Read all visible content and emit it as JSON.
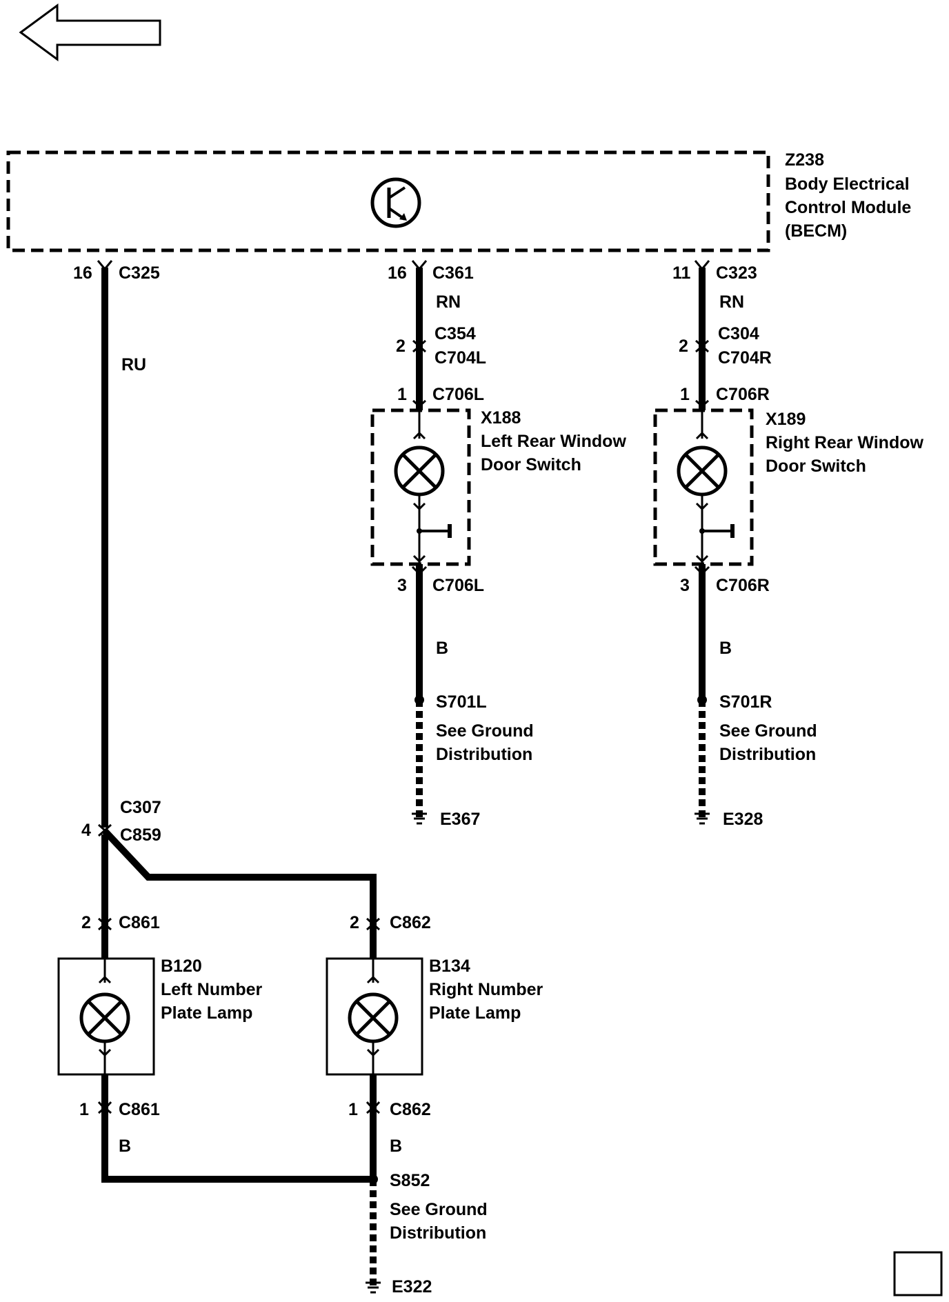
{
  "module": {
    "id": "Z238",
    "name_line1": "Body Electrical",
    "name_line2": "Control Module",
    "name_line3": "(BECM)"
  },
  "wire_left": {
    "pin": "16",
    "connector": "C325",
    "color": "RU",
    "inline_pin": "4",
    "inline_connector1": "C307",
    "inline_connector2": "C859"
  },
  "left_switch_circuit": {
    "pin_top": "16",
    "connector_top": "C361",
    "wire_color_top": "RN",
    "inline_pin": "2",
    "inline_connector1": "C354",
    "inline_connector2": "C704L",
    "switch_pin": "1",
    "switch_connector": "C706L",
    "switch_id": "X188",
    "switch_name_line1": "Left Rear Window",
    "switch_name_line2": "Door Switch",
    "out_pin": "3",
    "out_connector": "C706L",
    "wire_color_bottom": "B",
    "splice": "S701L",
    "ground_note_line1": "See Ground",
    "ground_note_line2": "Distribution",
    "ground": "E367"
  },
  "right_switch_circuit": {
    "pin_top": "11",
    "connector_top": "C323",
    "wire_color_top": "RN",
    "inline_pin": "2",
    "inline_connector1": "C304",
    "inline_connector2": "C704R",
    "switch_pin": "1",
    "switch_connector": "C706R",
    "switch_id": "X189",
    "switch_name_line1": "Right Rear Window",
    "switch_name_line2": "Door Switch",
    "out_pin": "3",
    "out_connector": "C706R",
    "wire_color_bottom": "B",
    "splice": "S701R",
    "ground_note_line1": "See Ground",
    "ground_note_line2": "Distribution",
    "ground": "E328"
  },
  "left_lamp": {
    "in_pin": "2",
    "in_connector": "C861",
    "id": "B120",
    "name_line1": "Left Number",
    "name_line2": "Plate Lamp",
    "out_pin": "1",
    "out_connector": "C861",
    "wire_color": "B"
  },
  "right_lamp": {
    "in_pin": "2",
    "in_connector": "C862",
    "id": "B134",
    "name_line1": "Right Number",
    "name_line2": "Plate Lamp",
    "out_pin": "1",
    "out_connector": "C862",
    "wire_color": "B"
  },
  "lamp_ground": {
    "splice": "S852",
    "note_line1": "See Ground",
    "note_line2": "Distribution",
    "ground": "E322"
  },
  "icons": [
    "back-arrow-icon",
    "transistor-icon",
    "lamp-icon",
    "switch-icon",
    "ground-icon"
  ]
}
